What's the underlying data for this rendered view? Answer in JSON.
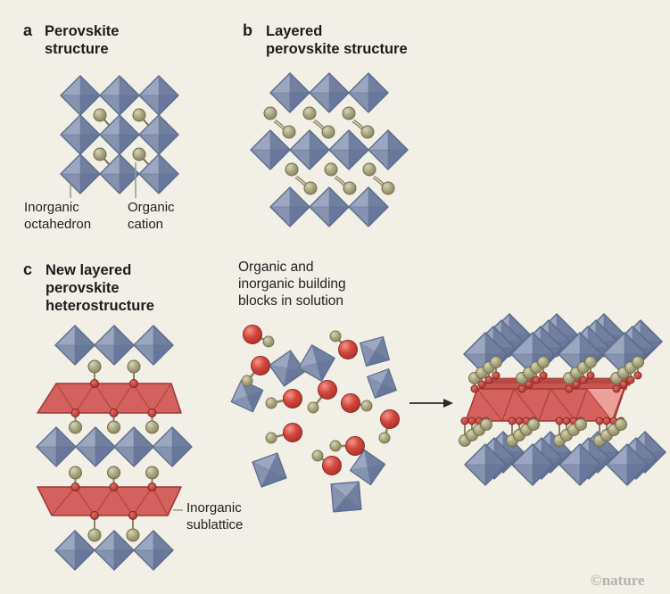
{
  "palette": {
    "bg": "#f1efe6",
    "text": "#1c1c1c",
    "octa-light": "#9ba7c1",
    "octa-mid": "#8593af",
    "octa-dark": "#71809f",
    "octa-darker": "#68779b",
    "octa-stroke": "#5d6c8c",
    "slab-fill": "#d4615d",
    "slab-line": "#a83f3c",
    "slab-stroke": "#9c3936",
    "slab-highlight": "#eda09a",
    "atom-red": "#c23b36",
    "cation-tan": "#a6a27b",
    "muted-line": "#9a988e",
    "watermark": "#b5b3aa",
    "arrow": "#2a2a2a"
  },
  "panels": {
    "a": {
      "letter": "a",
      "title": "Perovskite\nstructure",
      "labels": {
        "octahedron": "Inorganic\noctahedron",
        "cation": "Organic\ncation"
      }
    },
    "b": {
      "letter": "b",
      "title": "Layered\nperovskite structure"
    },
    "c": {
      "letter": "c",
      "title": "New layered\nperovskite\nheterostructure",
      "labels": {
        "sublattice": "Inorganic\nsublattice"
      }
    },
    "solution": {
      "caption": "Organic and\ninorganic building\nblocks in solution"
    }
  },
  "watermark": "©nature"
}
